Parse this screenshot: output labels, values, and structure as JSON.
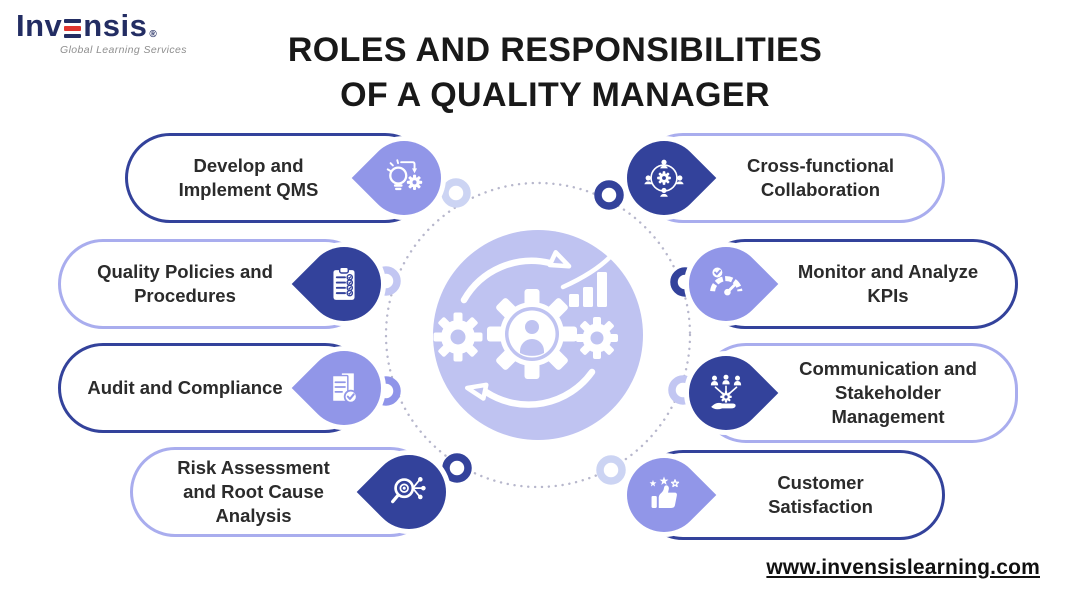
{
  "brand": {
    "name_prefix": "Inv",
    "name_suffix": "nsis",
    "registered_mark": "®",
    "tagline": "Global Learning Services"
  },
  "title": {
    "line1": "ROLES AND RESPONSIBILITIES",
    "line2": "OF A QUALITY MANAGER"
  },
  "roles": {
    "left": [
      {
        "label": "Develop and Implement QMS",
        "icon": "bulb-gear"
      },
      {
        "label": "Quality Policies and Procedures",
        "icon": "clipboard-checklist"
      },
      {
        "label": "Audit and Compliance",
        "icon": "document-check"
      },
      {
        "label": "Risk Assessment and Root Cause Analysis",
        "icon": "magnifier-root-cause"
      }
    ],
    "right": [
      {
        "label": "Cross-functional Collaboration",
        "icon": "people-network"
      },
      {
        "label": "Monitor and Analyze KPIs",
        "icon": "gauge-check"
      },
      {
        "label": "Communication and Stakeholder Management",
        "icon": "hand-people-gear"
      },
      {
        "label": "Customer Satisfaction",
        "icon": "thumbs-up-stars"
      }
    ]
  },
  "footer": {
    "website": "www.invensislearning.com"
  },
  "colors": {
    "dark_blue": "#33429b",
    "medium_purple": "#9196e8",
    "light_pill_border": "#a9adee",
    "center_lavender": "#bfc3f1",
    "pale_node": "#ccd4f3",
    "dotted_ring": "#b7b7cc",
    "logo_navy": "#232d63",
    "logo_red": "#e0352f",
    "title_text": "#191919"
  }
}
